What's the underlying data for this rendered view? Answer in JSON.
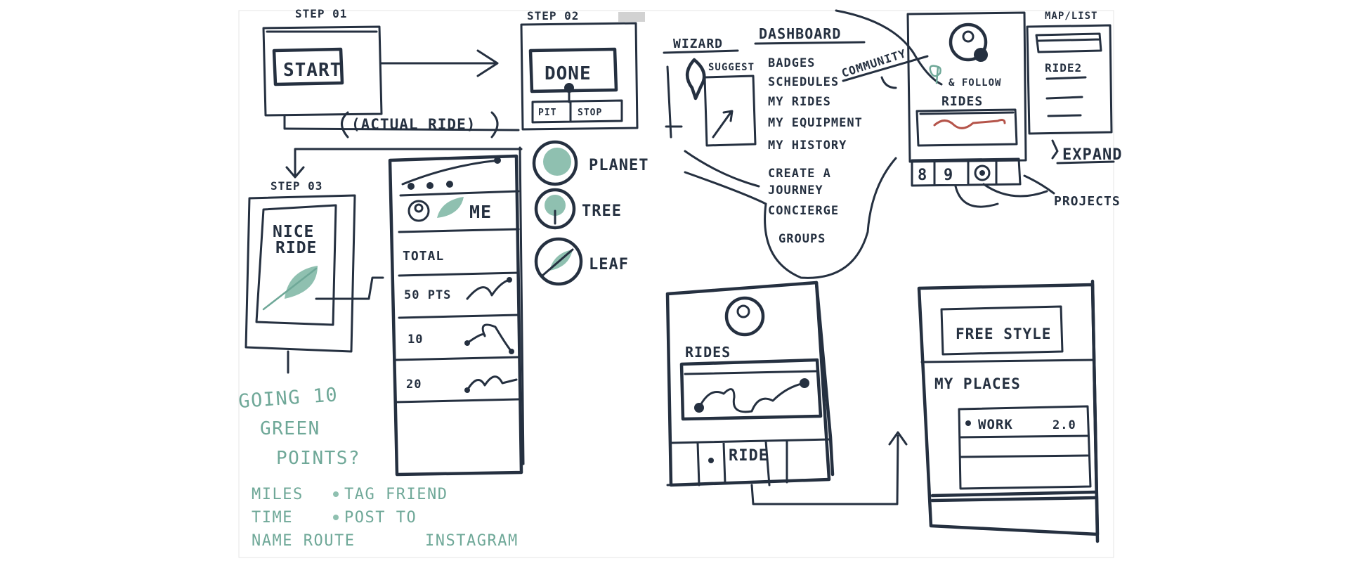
{
  "step1": {
    "label": "STEP 01",
    "button": "START",
    "caption": "(ACTUAL RIDE)"
  },
  "step2": {
    "label": "STEP 02",
    "button": "DONE",
    "tab_left": "PIT",
    "tab_right": "STOP"
  },
  "step3": {
    "label": "STEP 03",
    "card_line1": "NICE",
    "card_line2": "RIDE"
  },
  "list": {
    "me": "ME",
    "total": "TOTAL",
    "rows": [
      "50 PTS",
      "10",
      "20"
    ]
  },
  "legend": {
    "planet": "PLANET",
    "tree": "TREE",
    "leaf": "LEAF"
  },
  "menu": {
    "wizard": "WIZARD",
    "dashboard": "DASHBOARD",
    "community": "COMMUNITY",
    "suggest": "SUGGEST",
    "items": [
      "BADGES",
      "SCHEDULES",
      "MY RIDES",
      "MY EQUIPMENT",
      "MY HISTORY",
      "CREATE A",
      "JOURNEY",
      "CONCIERGE",
      "GROUPS"
    ]
  },
  "profile": {
    "follow": "& FOLLOW",
    "rides": "RIDES",
    "tabs": [
      "8",
      "9"
    ],
    "projects": "PROJECTS"
  },
  "maplist": {
    "title": "MAP/LIST",
    "row": "RIDE2",
    "expand": "EXPAND"
  },
  "rides_screen": {
    "rides": "RIDES",
    "nav_ride": "RIDE"
  },
  "freestyle": {
    "title": "FREE STYLE",
    "places": "MY PLACES",
    "row": "WORK",
    "row_value": "2.0"
  },
  "notes": {
    "question_lines": [
      "GOING 10",
      "GREEN",
      "POINTS?"
    ],
    "bullets": [
      "MILES",
      "TIME",
      "NAME ROUTE",
      "TAG FRIEND",
      "POST TO",
      "INSTAGRAM"
    ]
  },
  "colors": {
    "ink": "#253040",
    "green_marker": "#6fa898",
    "red_marker": "#b5544a"
  }
}
